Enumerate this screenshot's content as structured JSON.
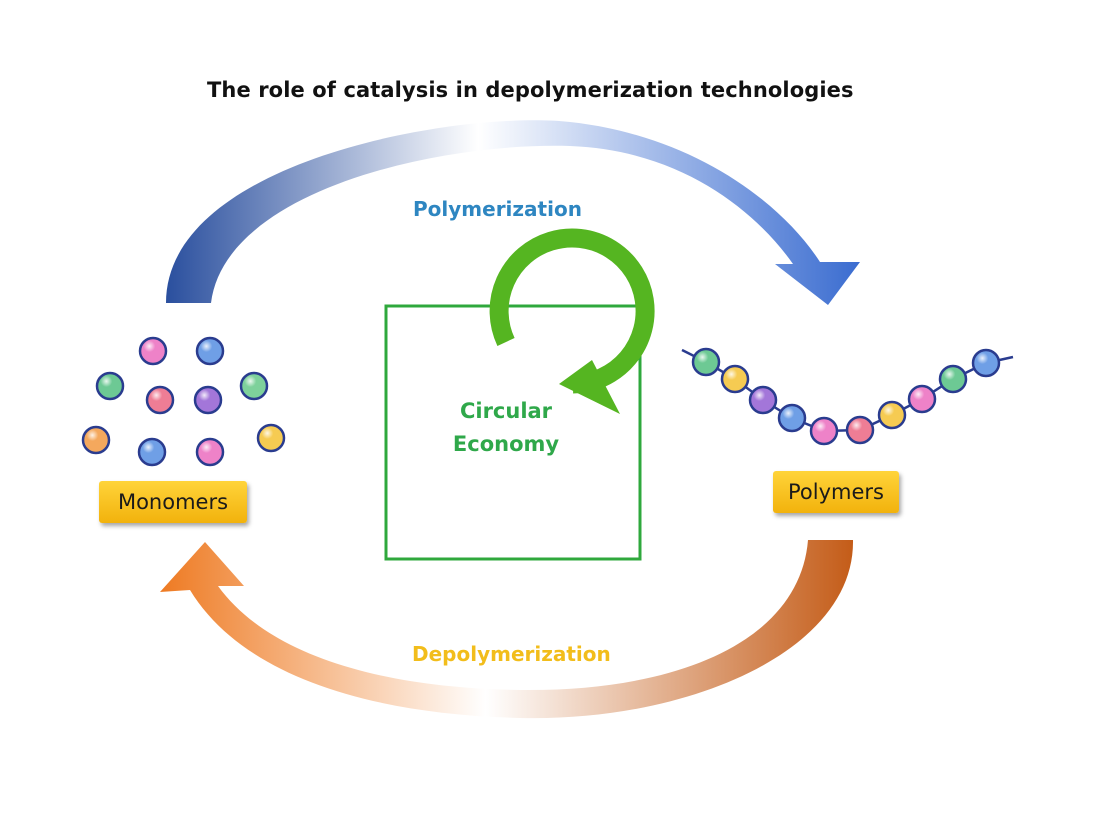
{
  "title": "The role of catalysis in depolymerization technologies",
  "flows": {
    "top": "Polymerization",
    "bottom": "Depolymerization"
  },
  "nodes": {
    "monomers": "Monomers",
    "polymers": "Polymers"
  },
  "center": {
    "line1": "Circular",
    "line2": "Economy"
  },
  "colors": {
    "polymerization_arrow": "#3a6cc7",
    "depolymerization_arrow": "#e97a26",
    "circle_green": "#55b521",
    "frame_green": "#2fa83c",
    "label_blue": "#2e86c1",
    "label_yellow": "#f2bd1b",
    "box_yellow": "#f7c21b"
  },
  "monomer_colors": [
    "#ee82c8",
    "#6f9fe6",
    "#6dc994",
    "#ee7d95",
    "#a376d9",
    "#7ed19b",
    "#f4a85d",
    "#6f9fe6",
    "#ee82c8",
    "#f6cb52"
  ],
  "polymer_colors": [
    "#6dc994",
    "#f6cb52",
    "#a376d9",
    "#6f9fe6",
    "#ee82c8",
    "#ee7d95",
    "#f6cb52",
    "#ee82c8",
    "#6dc994",
    "#6f9fe6"
  ]
}
